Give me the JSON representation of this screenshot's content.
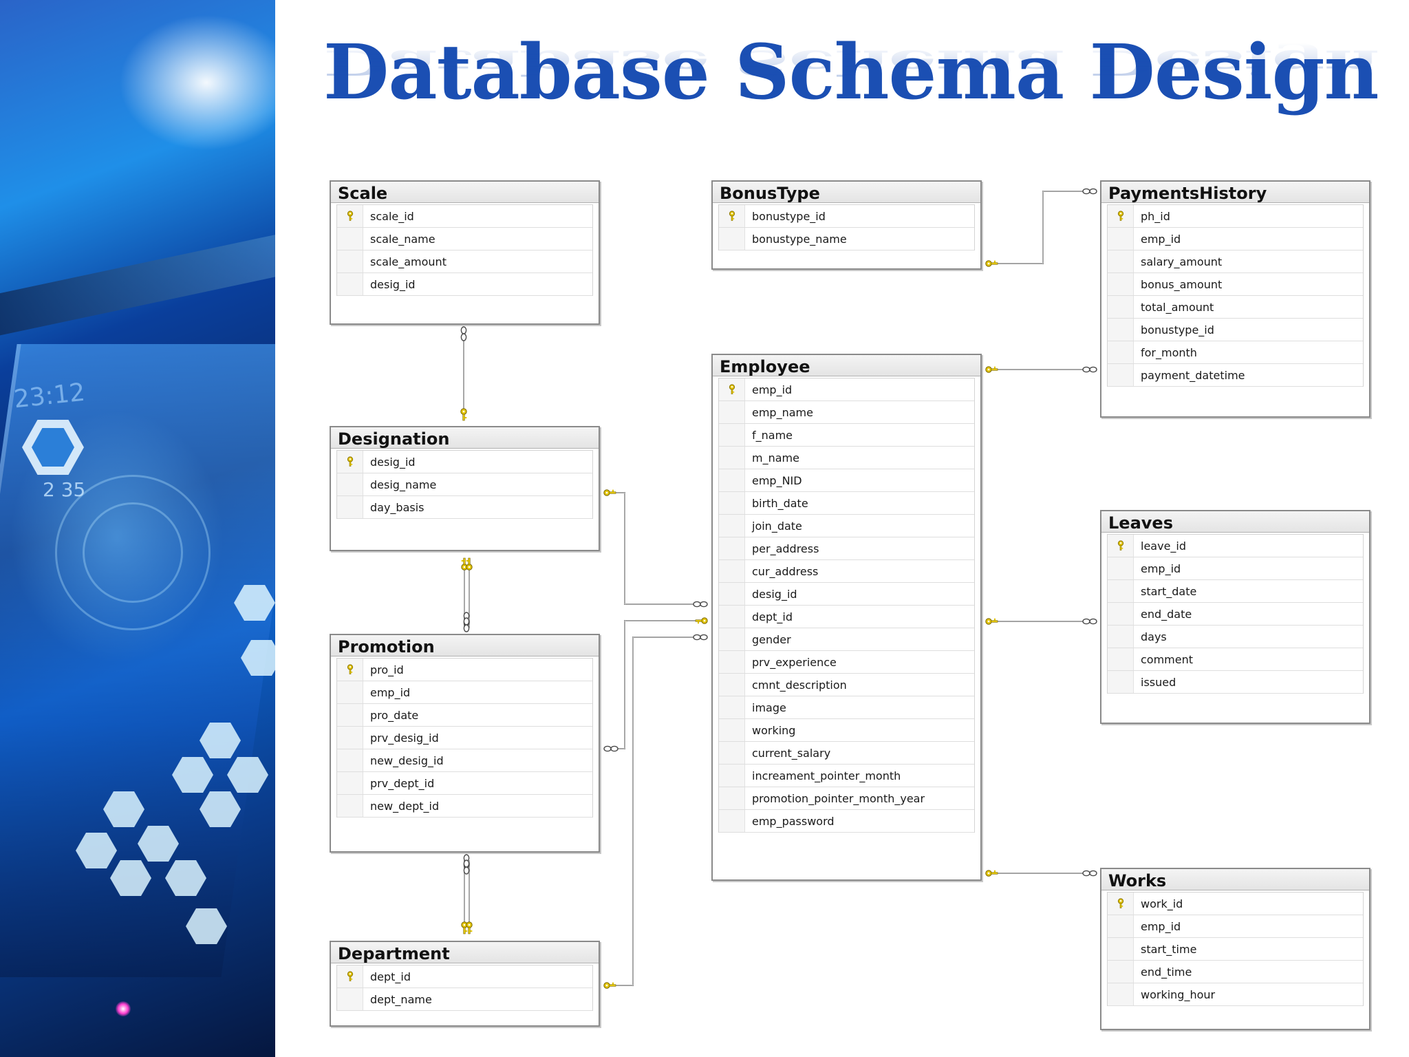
{
  "title": "Database Schema Design",
  "decor": {
    "left_panel": "blue-tech-background",
    "numbers": [
      "23:12",
      "2 35"
    ]
  },
  "colors": {
    "title": "#1b4fb3",
    "table_border": "#8a8a8a",
    "key_icon": "#e2c400",
    "line": "#6e6e6e"
  },
  "tables": [
    {
      "name": "Scale",
      "primary_key": "scale_id",
      "columns": [
        "scale_id",
        "scale_name",
        "scale_amount",
        "desig_id"
      ]
    },
    {
      "name": "BonusType",
      "primary_key": "bonustype_id",
      "columns": [
        "bonustype_id",
        "bonustype_name"
      ]
    },
    {
      "name": "PaymentsHistory",
      "primary_key": "ph_id",
      "columns": [
        "ph_id",
        "emp_id",
        "salary_amount",
        "bonus_amount",
        "total_amount",
        "bonustype_id",
        "for_month",
        "payment_datetime"
      ]
    },
    {
      "name": "Designation",
      "primary_key": "desig_id",
      "columns": [
        "desig_id",
        "desig_name",
        "day_basis"
      ]
    },
    {
      "name": "Employee",
      "primary_key": "emp_id",
      "columns": [
        "emp_id",
        "emp_name",
        "f_name",
        "m_name",
        "emp_NID",
        "birth_date",
        "join_date",
        "per_address",
        "cur_address",
        "desig_id",
        "dept_id",
        "gender",
        "prv_experience",
        "cmnt_description",
        "image",
        "working",
        "current_salary",
        "increament_pointer_month",
        "promotion_pointer_month_year",
        "emp_password"
      ]
    },
    {
      "name": "Leaves",
      "primary_key": "leave_id",
      "columns": [
        "leave_id",
        "emp_id",
        "start_date",
        "end_date",
        "days",
        "comment",
        "issued"
      ]
    },
    {
      "name": "Promotion",
      "primary_key": "pro_id",
      "columns": [
        "pro_id",
        "emp_id",
        "pro_date",
        "prv_desig_id",
        "new_desig_id",
        "prv_dept_id",
        "new_dept_id"
      ]
    },
    {
      "name": "Department",
      "primary_key": "dept_id",
      "columns": [
        "dept_id",
        "dept_name"
      ]
    },
    {
      "name": "Works",
      "primary_key": "work_id",
      "columns": [
        "work_id",
        "emp_id",
        "start_time",
        "end_time",
        "working_hour"
      ]
    }
  ],
  "relationships": [
    {
      "from": "Designation",
      "to": "Scale",
      "from_end": "one",
      "to_end": "many"
    },
    {
      "from": "Designation",
      "to": "Promotion",
      "from_end": "one",
      "to_end": "many"
    },
    {
      "from": "Designation",
      "to": "Employee",
      "from_end": "one",
      "to_end": "many"
    },
    {
      "from": "Department",
      "to": "Promotion",
      "from_end": "one",
      "to_end": "many"
    },
    {
      "from": "Department",
      "to": "Employee",
      "from_end": "one",
      "to_end": "many"
    },
    {
      "from": "Employee",
      "to": "Promotion",
      "from_end": "one",
      "to_end": "many"
    },
    {
      "from": "BonusType",
      "to": "PaymentsHistory",
      "from_end": "one",
      "to_end": "many"
    },
    {
      "from": "Employee",
      "to": "PaymentsHistory",
      "from_end": "one",
      "to_end": "many"
    },
    {
      "from": "Employee",
      "to": "Leaves",
      "from_end": "one",
      "to_end": "many"
    },
    {
      "from": "Employee",
      "to": "Works",
      "from_end": "one",
      "to_end": "many"
    }
  ]
}
